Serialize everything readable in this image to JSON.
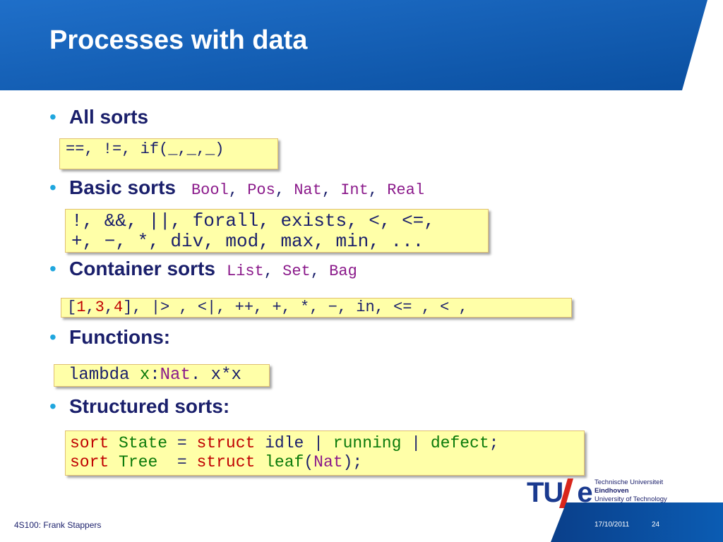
{
  "slide": {
    "title": "Processes with data"
  },
  "bullets": [
    {
      "label": "All sorts"
    },
    {
      "label": "Basic sorts",
      "sorts": [
        "Bool",
        "Pos",
        "Nat",
        "Int",
        "Real"
      ]
    },
    {
      "label": "Container sorts",
      "sorts": [
        "List",
        "Set",
        "Bag"
      ]
    },
    {
      "label": "Functions:"
    },
    {
      "label": "Structured sorts:"
    }
  ],
  "code": {
    "all_sorts": "==, !=, if(_,_,_)",
    "basic_line1": "!, &&, ||, forall, exists, <, <=,",
    "basic_line2": "+, −, *, div, mod, max, min, ...",
    "container": {
      "bracket_open": "[",
      "n1": "1",
      "comma1": ",",
      "n2": "3",
      "comma2": ",",
      "n3": "4",
      "rest": "], |> , <|, ++, +, *, −, in, <= , < ,"
    },
    "functions": {
      "lambda": "lambda ",
      "var": "x",
      "colon": ":",
      "sort": "Nat",
      "body": ". x*x"
    },
    "struct1": {
      "sort_kw": "sort",
      "name": "State",
      "eq": "=",
      "struct_kw": "struct",
      "c1": "idle",
      "bar1": "|",
      "c2": "running",
      "bar2": "|",
      "c3": "defect",
      "end": ";"
    },
    "struct2": {
      "sort_kw": "sort",
      "name": "Tree",
      "eq": "=",
      "struct_kw": "struct",
      "c1": "leaf",
      "open": "(",
      "arg": "Nat",
      "close": ");"
    }
  },
  "footer": {
    "author": "4S100: Frank Stappers",
    "date": "17/10/2011",
    "page": "24"
  },
  "logo": {
    "mark_tu": "TU",
    "mark_e": "e",
    "line1": "Technische Universiteit",
    "line2": "Eindhoven",
    "line3": "University of Technology"
  },
  "colors": {
    "header_blue": "#0b5cb3",
    "bullet_dot": "#1fa6de",
    "text_navy": "#1a1f6b",
    "box_yellow": "#ffffa8",
    "keyword_red": "#c00000",
    "ident_green": "#0a7a0a",
    "sort_purple": "#8b1a8b"
  }
}
